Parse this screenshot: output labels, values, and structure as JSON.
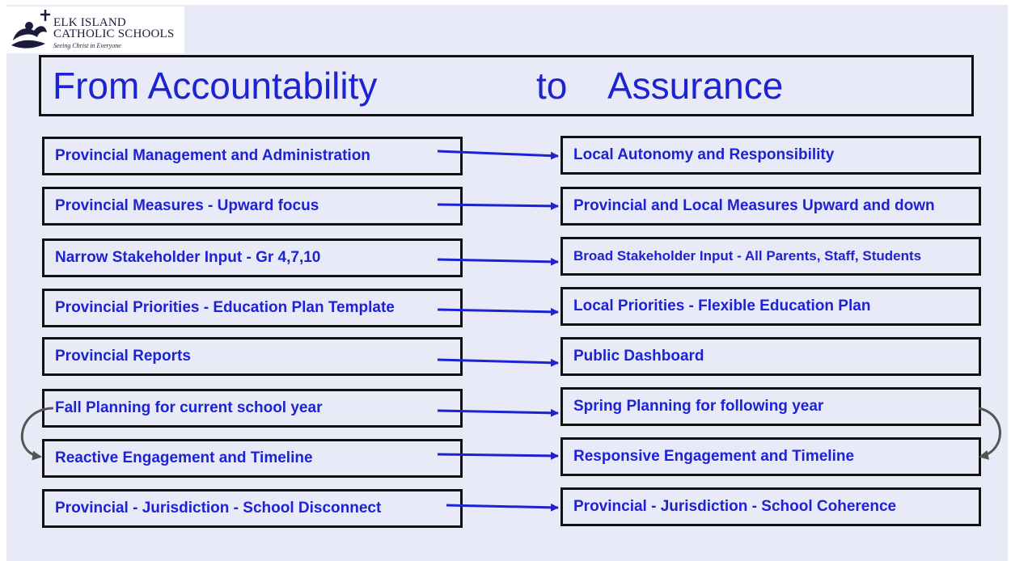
{
  "logo": {
    "line1": "ELK ISLAND",
    "line2": "CATHOLIC SCHOOLS",
    "tagline": "Seeing Christ in Everyone",
    "icon": "cross-wave-logo-icon"
  },
  "title": {
    "from": "From Accountability",
    "to": "to",
    "assurance": "Assurance"
  },
  "rows": [
    {
      "from": "Provincial Management and Administration",
      "to": "Local Autonomy and Responsibility"
    },
    {
      "from": "Provincial Measures - Upward focus",
      "to": "Provincial and Local Measures Upward and down"
    },
    {
      "from": "Narrow Stakeholder Input - Gr 4,7,10",
      "to": "Broad Stakeholder Input - All Parents, Staff, Students"
    },
    {
      "from": "Provincial Priorities - Education Plan Template",
      "to": "Local Priorities - Flexible Education Plan"
    },
    {
      "from": "Provincial Reports",
      "to": "Public Dashboard"
    },
    {
      "from": "Fall Planning for current school year",
      "to": "Spring Planning for following year"
    },
    {
      "from": "Reactive Engagement and Timeline",
      "to": "Responsive Engagement and Timeline"
    },
    {
      "from": "Provincial - Jurisdiction - School Disconnect",
      "to": "Provincial - Jurisdiction - School Coherence"
    }
  ],
  "colors": {
    "accent": "#1d23d3",
    "background": "#e9eaf8",
    "border": "#111111",
    "curved_arrow": "#555555"
  }
}
